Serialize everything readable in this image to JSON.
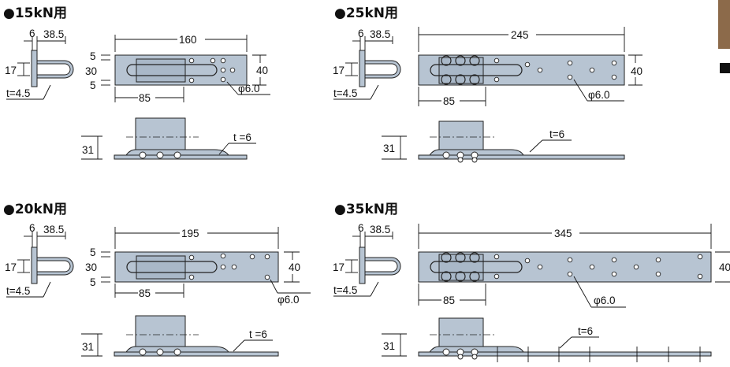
{
  "panels": [
    {
      "id": "15kN",
      "title": "●15kN用",
      "dims": {
        "shackle_width": "6",
        "shackle_length": "38.5",
        "height_17": "17",
        "thickness_bolt": "t=4.5",
        "length": "160",
        "spacing_5a": "5",
        "spacing_30": "30",
        "spacing_5b": "5",
        "width": "40",
        "offset": "85",
        "hole_dia": "φ6.0",
        "height_31": "31",
        "thickness_plate": "t =6"
      }
    },
    {
      "id": "25kN",
      "title": "●25kN用",
      "dims": {
        "shackle_width": "6",
        "shackle_length": "38.5",
        "height_17": "17",
        "thickness_bolt": "t=4.5",
        "length": "245",
        "width": "40",
        "offset": "85",
        "hole_dia": "φ6.0",
        "height_31": "31",
        "thickness_plate": "t=6"
      }
    },
    {
      "id": "20kN",
      "title": "●20kN用",
      "dims": {
        "shackle_width": "6",
        "shackle_length": "38.5",
        "height_17": "17",
        "thickness_bolt": "t=4.5",
        "length": "195",
        "spacing_5a": "5",
        "spacing_30": "30",
        "spacing_5b": "5",
        "width": "40",
        "offset": "85",
        "hole_dia": "φ6.0",
        "height_31": "31",
        "thickness_plate": "t =6"
      }
    },
    {
      "id": "35kN",
      "title": "●35kN用",
      "dims": {
        "shackle_width": "6",
        "shackle_length": "38.5",
        "height_17": "17",
        "thickness_bolt": "t=4.5",
        "length": "345",
        "width": "40",
        "offset": "85",
        "hole_dia": "φ6.0",
        "height_31": "31",
        "thickness_plate": "t=6"
      }
    }
  ]
}
